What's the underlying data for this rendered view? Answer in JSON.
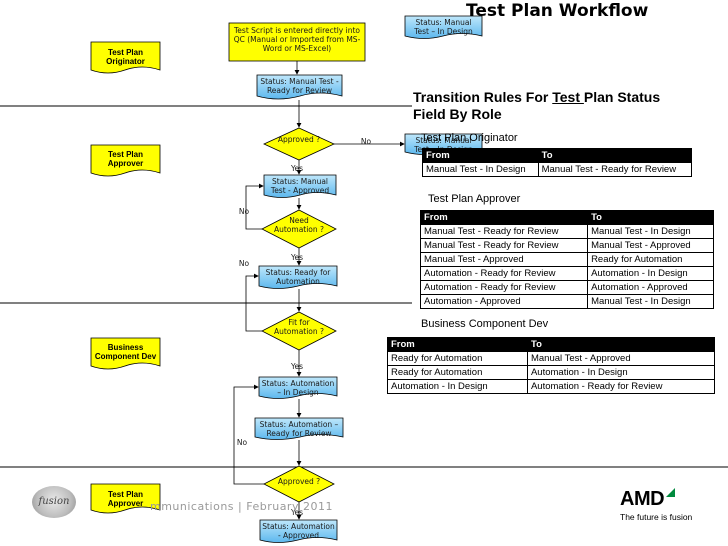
{
  "title": "Test Plan Workflow",
  "roles": [
    "Test Plan Originator",
    "Test Plan Approver",
    "Business Component Dev",
    "Test Plan Approver"
  ],
  "flow": {
    "start": "Test Script is entered directly into QC (Manual or Imported from MS-Word or MS-Excel)",
    "status_top": "Status: Manual Test – In Design",
    "status_ready_review": "Status: Manual Test - Ready for Review",
    "approved_q1": "Approved ?",
    "no": "No",
    "yes": "Yes",
    "status_reject1": "Status: Manual Test – In Design",
    "status_approved": "Status: Manual Test - Approved",
    "need_auto": "Need Automation ?",
    "status_ready_auto": "Status: Ready for Automation",
    "fit_auto": "Fit for Automation ?",
    "status_auto_design": "Status: Automation – In Design",
    "status_auto_review": "Status: Automation – Ready for Review",
    "approved_q2": "Approved ?",
    "status_auto_approved": "Status: Automation - Approved"
  },
  "transition": {
    "heading_prefix": "Transition Rules For ",
    "heading_underlined": "Test ",
    "heading_suffix": "Plan Status Field By Role",
    "from": "From",
    "to": "To",
    "originator": {
      "label": "Test Plan Originator",
      "rows": [
        [
          "Manual Test - In Design",
          "Manual Test - Ready for Review"
        ]
      ]
    },
    "approver": {
      "label": "Test Plan Approver",
      "rows": [
        [
          "Manual Test - Ready for Review",
          "Manual Test - In Design"
        ],
        [
          "Manual Test - Ready for Review",
          "Manual Test - Approved"
        ],
        [
          "Manual Test - Approved",
          "Ready for Automation"
        ],
        [
          "Automation - Ready for Review",
          "Automation - In Design"
        ],
        [
          "Automation - Ready for Review",
          "Automation - Approved"
        ],
        [
          "Automation - Approved",
          "Manual Test - In Design"
        ]
      ]
    },
    "bcd": {
      "label": "Business Component Dev",
      "rows": [
        [
          "Ready for Automation",
          "Manual Test - Approved"
        ],
        [
          "Ready for Automation",
          "Automation - In Design"
        ],
        [
          "Automation - In Design",
          "Automation - Ready for Review"
        ]
      ]
    }
  },
  "footer": "mmunications | February 2011",
  "logo_left": "fusion",
  "logo_right": "AMD",
  "logo_tagline": "The future is fusion"
}
